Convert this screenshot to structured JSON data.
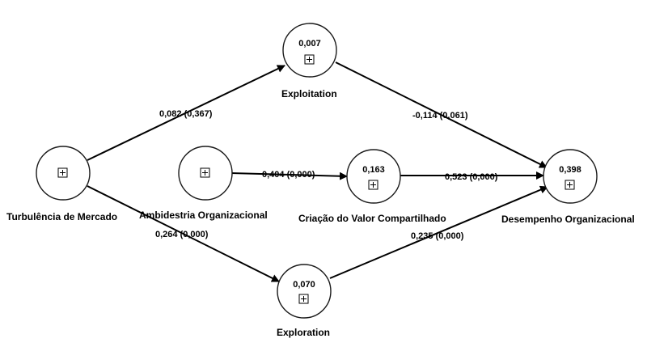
{
  "nodes": {
    "turbulencia": {
      "label": "Turbulência de Mercado",
      "r2": "",
      "icon": "expand-box-icon"
    },
    "ambidestria": {
      "label": "Ambidestria Organizacional",
      "r2": "",
      "icon": "expand-box-icon"
    },
    "exploitation": {
      "label": "Exploitation",
      "r2": "0,007",
      "icon": "expand-box-icon"
    },
    "criacao": {
      "label": "Criação do Valor Compartilhado",
      "r2": "0,163",
      "icon": "expand-box-icon"
    },
    "exploration": {
      "label": "Exploration",
      "r2": "0,070",
      "icon": "expand-box-icon"
    },
    "desempenho": {
      "label": "Desempenho Organizacional",
      "r2": "0,398",
      "icon": "expand-box-icon"
    }
  },
  "paths": {
    "turb_exploitation": "0,082 (0,367)",
    "turb_exploration": "0,264 (0,000)",
    "amb_criacao": "0,404 (0,000)",
    "exploitation_desemp": "-0,114 (0,061)",
    "criacao_desemp": "0,523 (0,000)",
    "exploration_desemp": "0,235 (0,000)"
  }
}
